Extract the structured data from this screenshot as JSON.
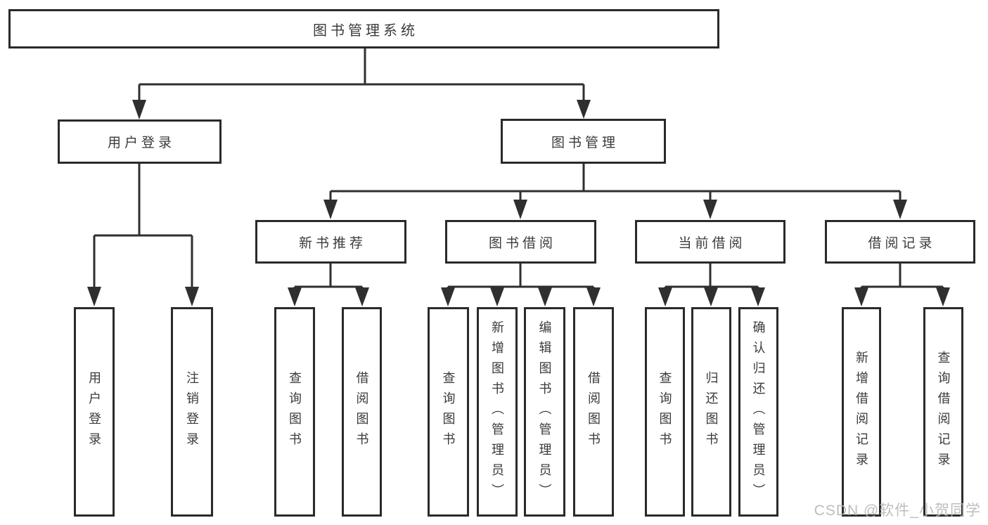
{
  "colors": {
    "line": "#2f2f2f",
    "box_border": "#2a2a2a",
    "text": "#3b3b3b",
    "background": "#ffffff",
    "watermark": "#b4b7bc"
  },
  "watermark": "CSDN @软件_小贺同学",
  "tree": {
    "root": "图书管理系统",
    "branches": [
      {
        "label": "用户登录",
        "children": [
          "用户登录",
          "注销登录"
        ]
      },
      {
        "label": "图书管理",
        "sections": [
          {
            "label": "新书推荐",
            "children": [
              "查询图书",
              "借阅图书"
            ]
          },
          {
            "label": "图书借阅",
            "children": [
              "查询图书",
              "新增图书（管理员）",
              "编辑图书（管理员）",
              "借阅图书"
            ]
          },
          {
            "label": "当前借阅",
            "children": [
              "查询图书",
              "归还图书",
              "确认归还（管理员）"
            ]
          },
          {
            "label": "借阅记录",
            "children": [
              "新增借阅记录",
              "查询借阅记录"
            ]
          }
        ]
      }
    ]
  }
}
